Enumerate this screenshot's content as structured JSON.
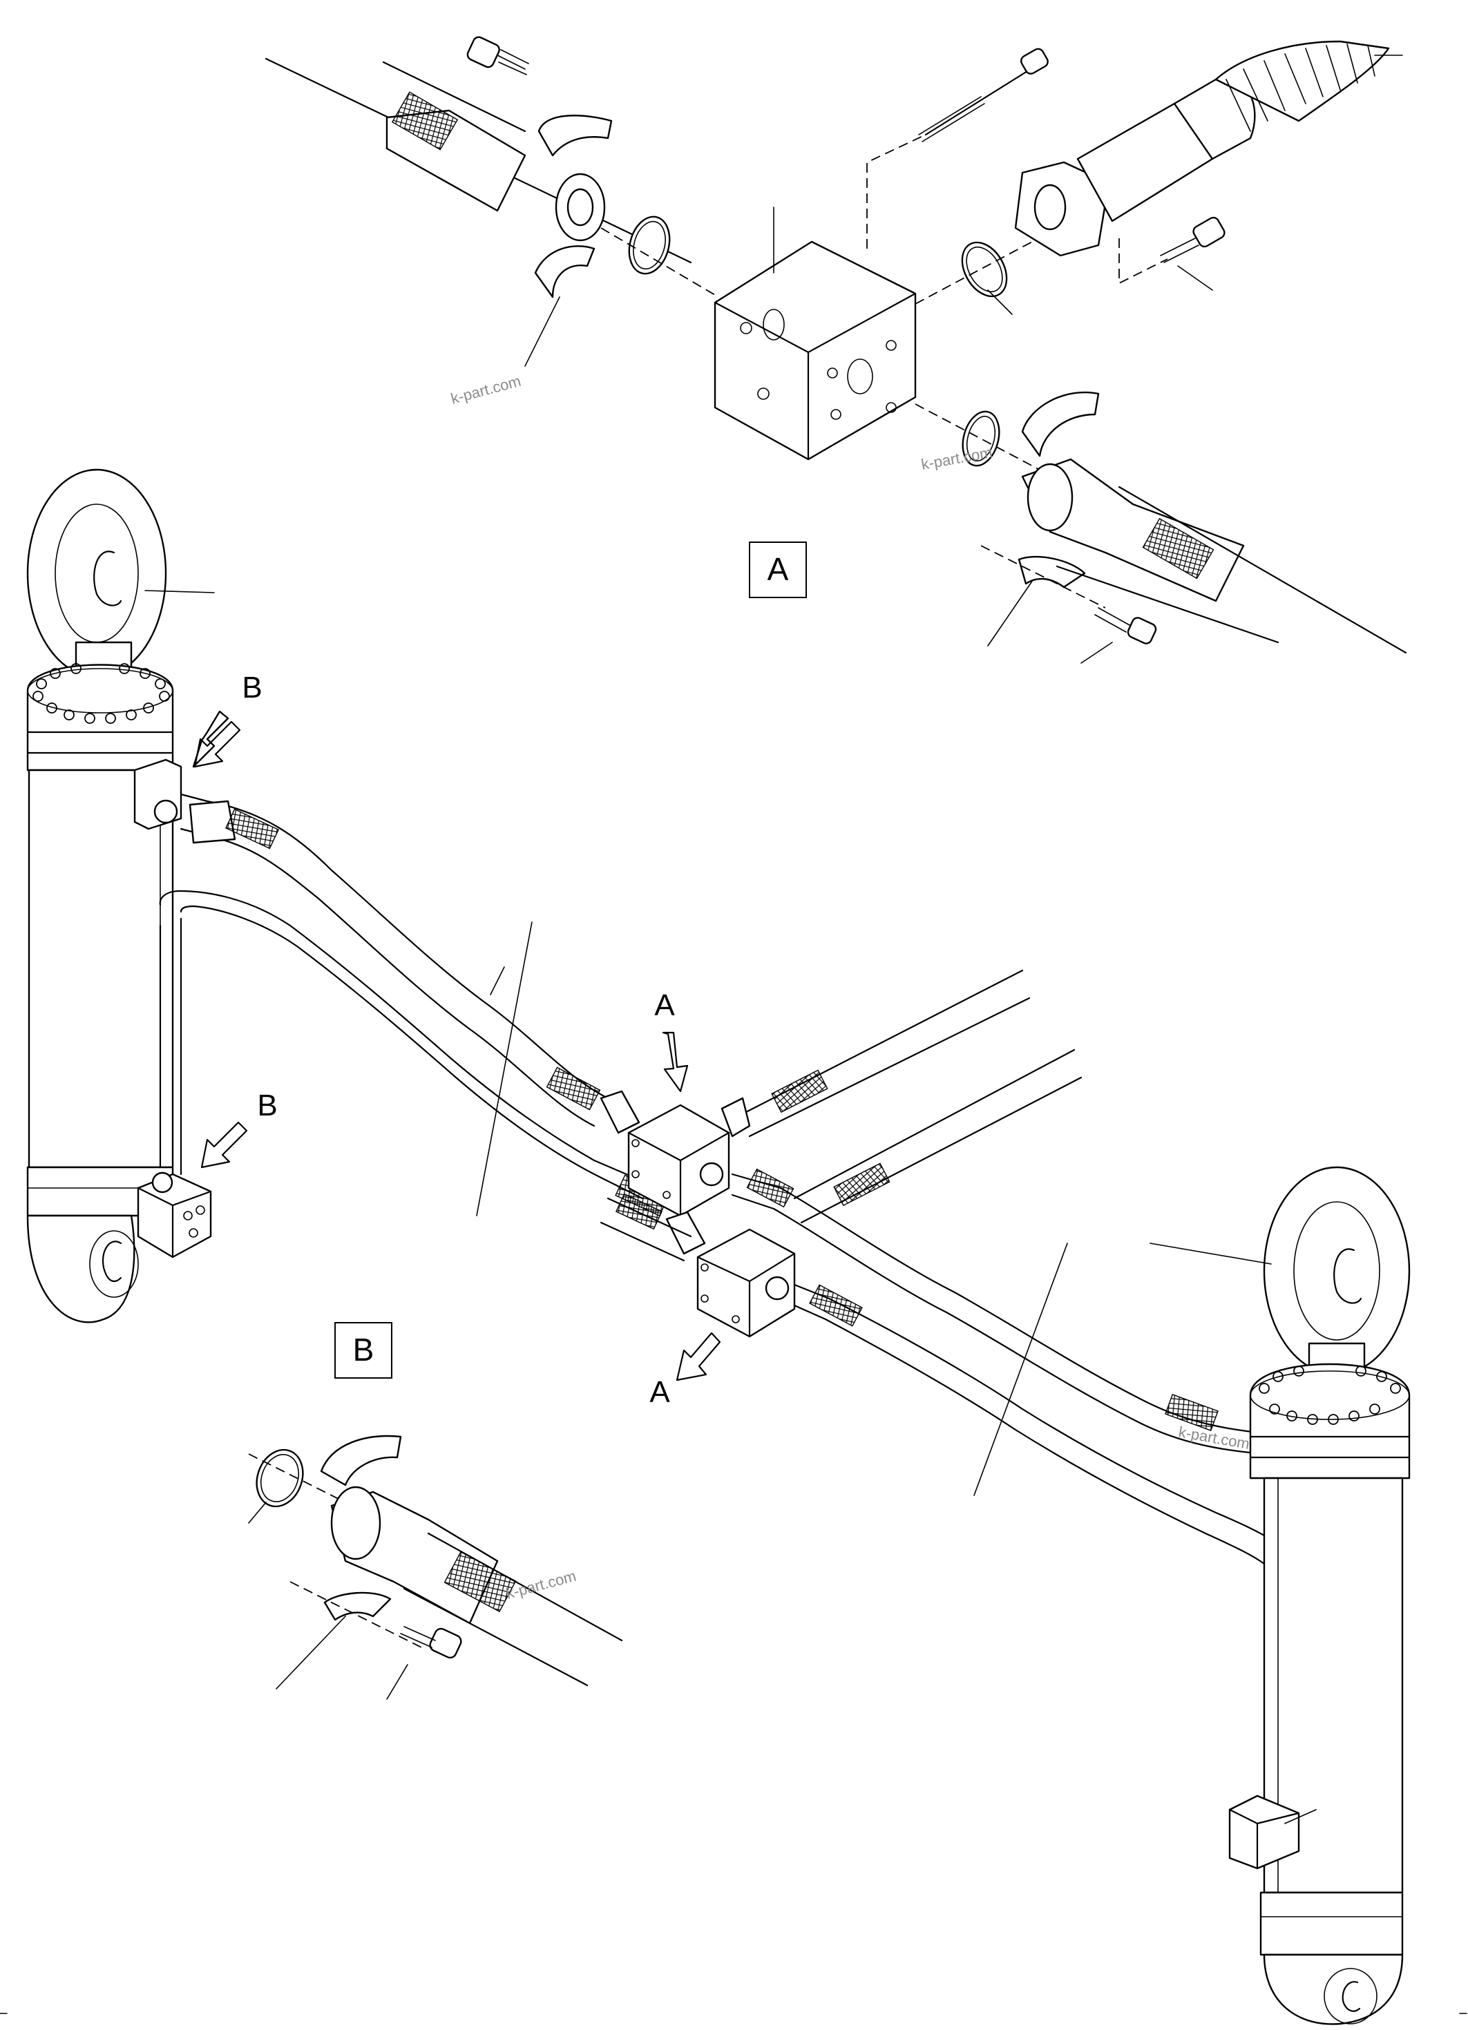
{
  "detail_labels": {
    "detail_a": "A",
    "detail_b": "B"
  },
  "arrow_labels": {
    "upper_left_b": "B",
    "lower_left_b": "B",
    "upper_center_a": "A",
    "lower_center_a": "A"
  },
  "watermarks": [
    "k-part.com",
    "k-part.com",
    "k-part.com",
    "k-part.com"
  ],
  "colors": {
    "ink": "#000000",
    "background": "#ffffff",
    "watermark": "#8a8a8a"
  }
}
